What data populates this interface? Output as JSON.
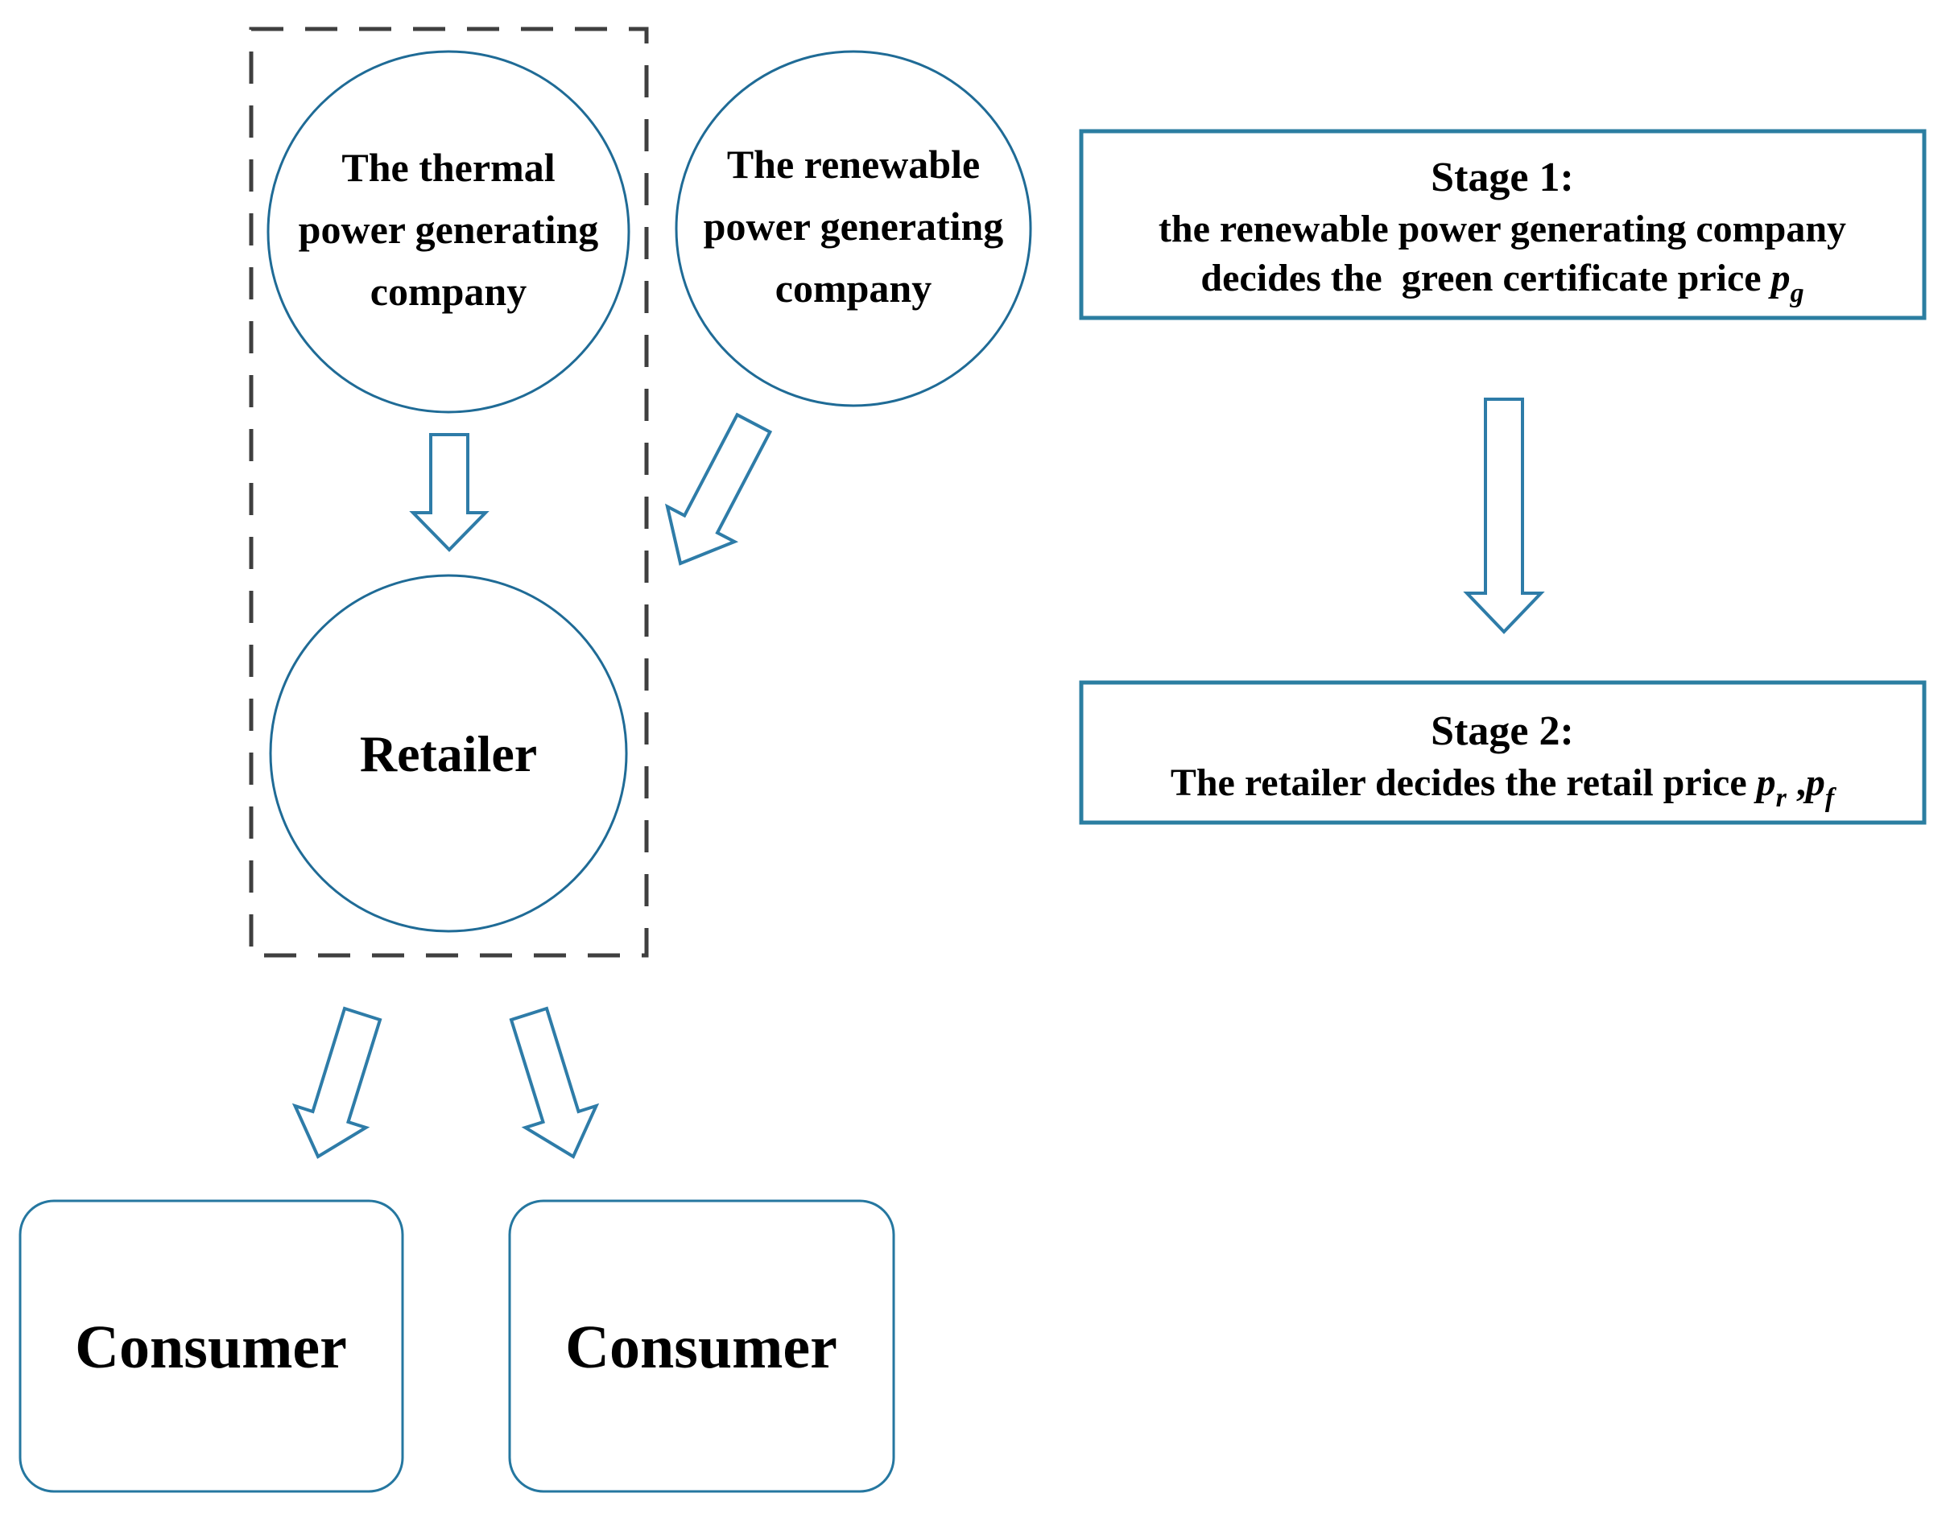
{
  "diagram": {
    "thermal_circle": {
      "line1": "The thermal",
      "line2": "power generating",
      "line3": "company"
    },
    "renewable_circle": {
      "line1": "The renewable",
      "line2": "power generating",
      "line3": "company"
    },
    "retailer_circle": {
      "label": "Retailer"
    },
    "consumer_left": {
      "label": "Consumer"
    },
    "consumer_right": {
      "label": "Consumer"
    },
    "stage1": {
      "title": "Stage 1:",
      "line2": "the renewable power generating company",
      "line3_prefix": "decides the  green certificate price ",
      "price_var": "p",
      "price_sub": "g"
    },
    "stage2": {
      "title": "Stage 2:",
      "line2_prefix": "The retailer decides the retail price ",
      "price_var1": "p",
      "price_sub1": "r",
      "separator": " ,",
      "price_var2": "p",
      "price_sub2": "f"
    },
    "colors": {
      "shape_stroke": "#1f6b96",
      "arrow_stroke": "#2e7ca8",
      "consumer_box_stroke": "#2577a0",
      "stage_box_stroke": "#2b7ea1",
      "dash_stroke": "#3f3f3f",
      "text": "#000000"
    }
  }
}
